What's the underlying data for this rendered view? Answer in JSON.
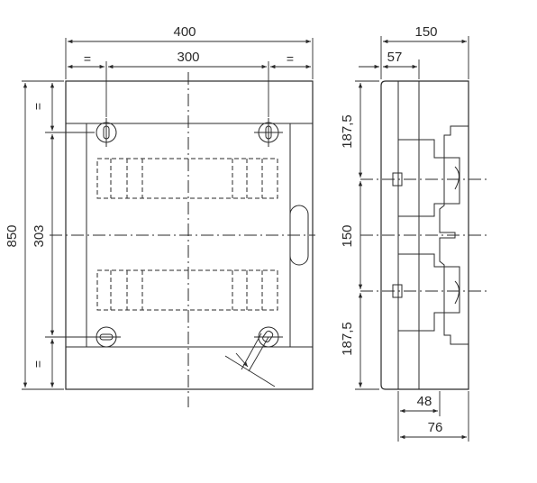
{
  "front_view": {
    "width_overall": "400",
    "width_inner": "300",
    "height_overall": "850",
    "height_inner": "303",
    "equal_mark": "="
  },
  "side_view": {
    "depth_overall": "150",
    "depth_offset": "57",
    "spacing_top": "187,5",
    "spacing_middle": "150",
    "spacing_bottom": "187,5",
    "rail_offset": "48",
    "rail_depth": "76"
  }
}
